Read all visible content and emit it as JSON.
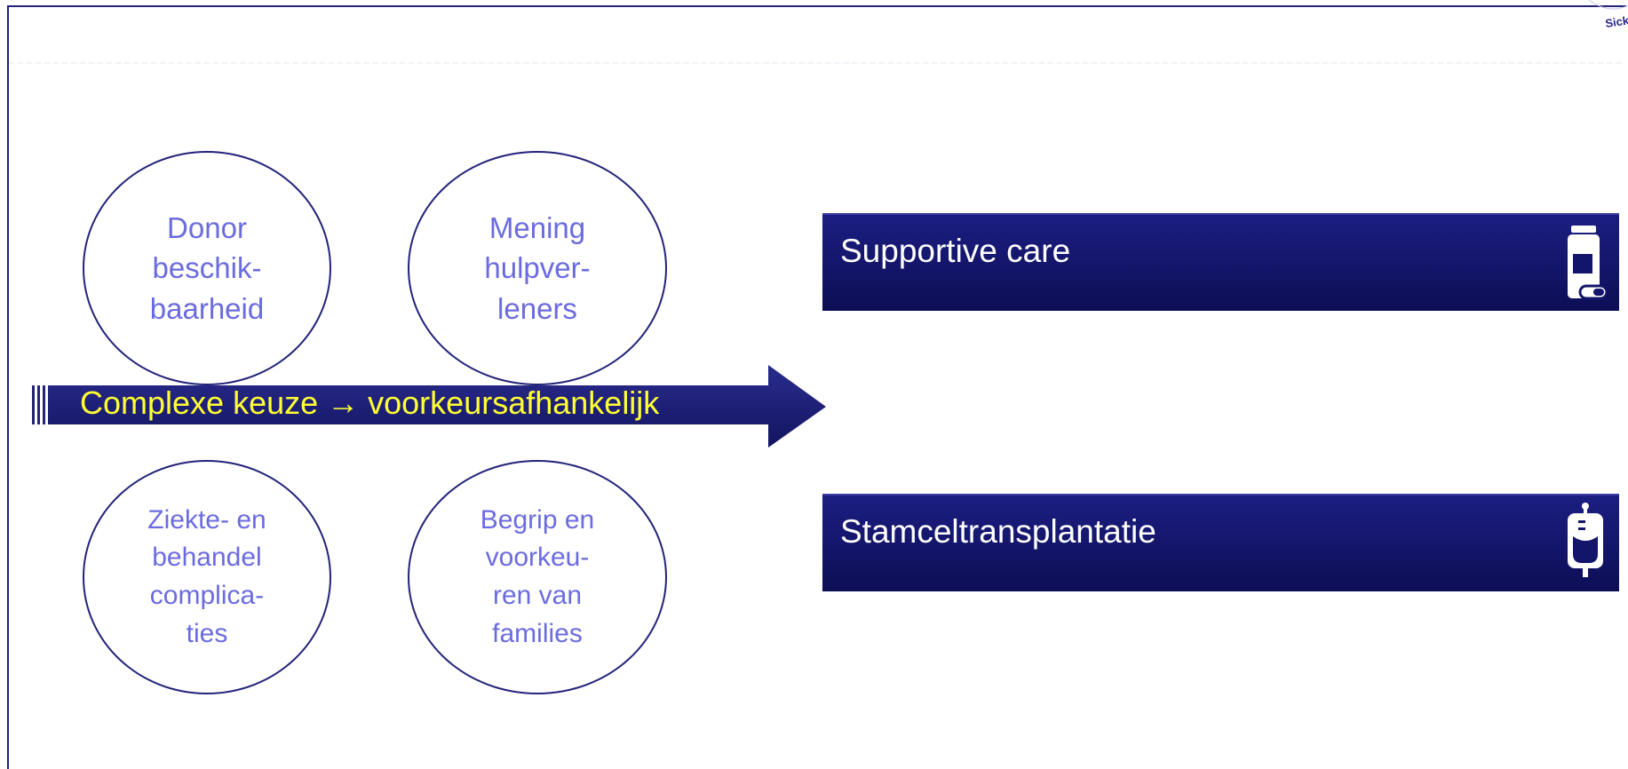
{
  "logo": {
    "text": "Sickle Cell Ou"
  },
  "circles": [
    {
      "text": "Donor\nbeschik-\nbaarheid"
    },
    {
      "text": "Mening\nhulpver-\nleners"
    },
    {
      "text": "Ziekte- en\nbehandel\ncomplica-\nties"
    },
    {
      "text": "Begrip en\nvoorkeu-\nren van\nfamilies"
    }
  ],
  "arrow": {
    "label": "Complexe keuze → voorkeursafhankelijk"
  },
  "options": [
    {
      "label": "Supportive care",
      "icon": "medicine-bottle-icon"
    },
    {
      "label": "Stamceltransplantatie",
      "icon": "iv-bag-icon"
    }
  ],
  "colors": {
    "navy": "#23237a",
    "circle_text": "#6b6be0",
    "arrow_text": "#ffff33"
  }
}
